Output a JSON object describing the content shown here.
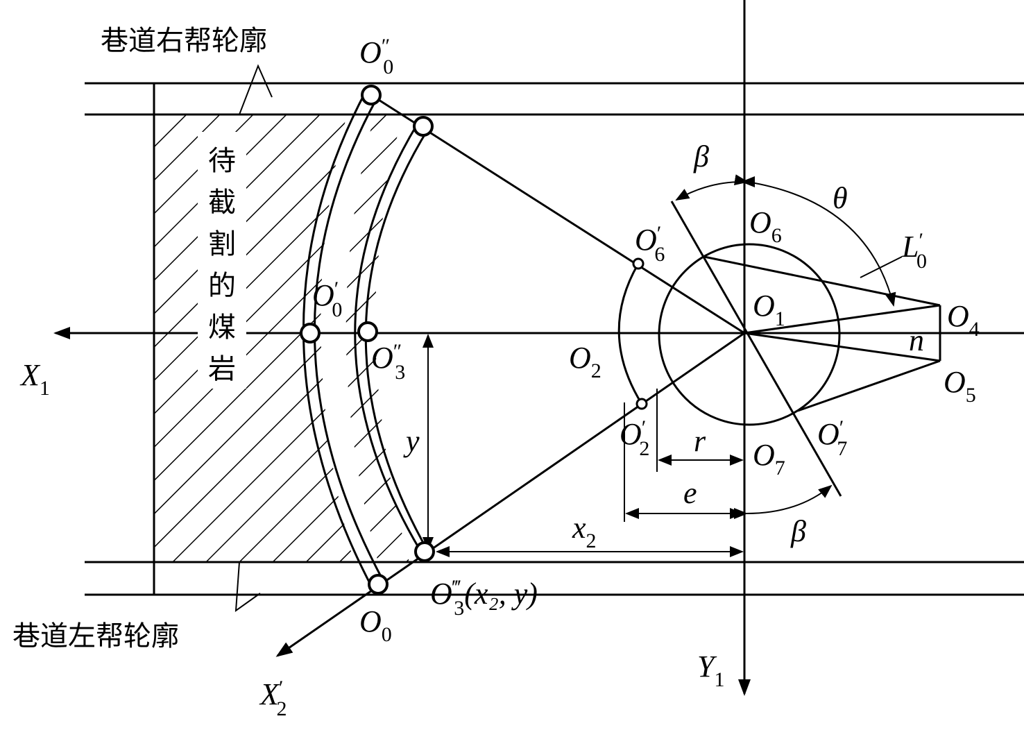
{
  "title_labels": {
    "right_wall": "巷道右帮轮廓",
    "left_wall": "巷道左帮轮廓",
    "coal_rock": [
      "待",
      "截",
      "割",
      "的",
      "煤",
      "岩"
    ]
  },
  "labels": [
    {
      "id": "O0-double-prime",
      "main": "O",
      "sub": "0",
      "prime": "″"
    },
    {
      "id": "O0-prime",
      "main": "O",
      "sub": "0",
      "prime": "′"
    },
    {
      "id": "O0",
      "main": "O",
      "sub": "0",
      "prime": ""
    },
    {
      "id": "O3-double-prime",
      "main": "O",
      "sub": "3",
      "prime": "″"
    },
    {
      "id": "O3-triple-prime",
      "main": "O",
      "sub": "3",
      "prime": "‴",
      "suffix": "(x₂, y)"
    },
    {
      "id": "O6-prime",
      "main": "O",
      "sub": "6",
      "prime": "′"
    },
    {
      "id": "O6",
      "main": "O",
      "sub": "6",
      "prime": ""
    },
    {
      "id": "O1",
      "main": "O",
      "sub": "1",
      "prime": ""
    },
    {
      "id": "O4",
      "main": "O",
      "sub": "4",
      "prime": ""
    },
    {
      "id": "O5",
      "main": "O",
      "sub": "5",
      "prime": ""
    },
    {
      "id": "O2",
      "main": "O",
      "sub": "2",
      "prime": ""
    },
    {
      "id": "O2-prime",
      "main": "O",
      "sub": "2",
      "prime": "′"
    },
    {
      "id": "O7",
      "main": "O",
      "sub": "7",
      "prime": ""
    },
    {
      "id": "O7-prime",
      "main": "O",
      "sub": "7",
      "prime": "′"
    },
    {
      "id": "L0-prime",
      "main": "L",
      "sub": "0",
      "prime": "′"
    },
    {
      "id": "X1",
      "main": "X",
      "sub": "1",
      "prime": ""
    },
    {
      "id": "X2-prime",
      "main": "X",
      "sub": "2",
      "prime": "′"
    },
    {
      "id": "Y1",
      "main": "Y",
      "sub": "1",
      "prime": ""
    },
    {
      "id": "x2",
      "main": "x",
      "sub": "2",
      "prime": ""
    },
    {
      "id": "y",
      "main": "y",
      "sub": "",
      "prime": ""
    },
    {
      "id": "r",
      "main": "r",
      "sub": "",
      "prime": ""
    },
    {
      "id": "e",
      "main": "e",
      "sub": "",
      "prime": ""
    },
    {
      "id": "n",
      "main": "n",
      "sub": "",
      "prime": ""
    },
    {
      "id": "theta",
      "main": "θ",
      "sub": "",
      "prime": ""
    },
    {
      "id": "beta-top",
      "main": "β",
      "sub": "",
      "prime": ""
    },
    {
      "id": "beta-bottom",
      "main": "β",
      "sub": "",
      "prime": ""
    }
  ]
}
